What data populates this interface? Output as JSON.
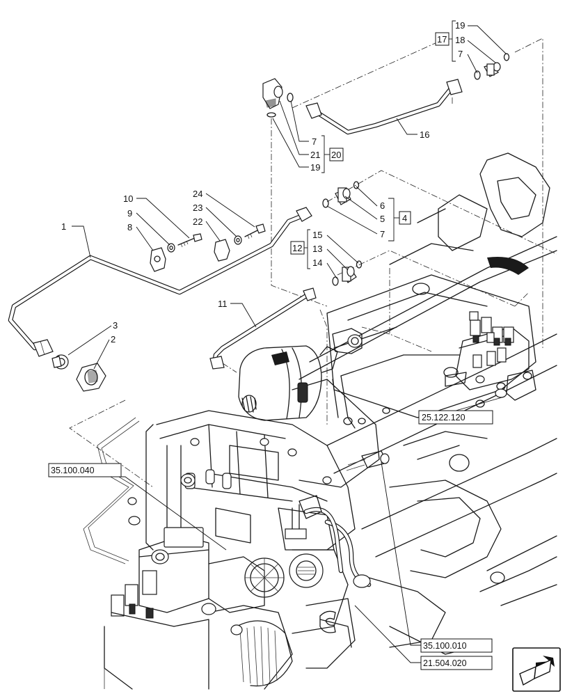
{
  "callouts": {
    "c1": "1",
    "c2": "2",
    "c3": "3",
    "c4": "4",
    "c5": "5",
    "c6": "6",
    "c7a": "7",
    "c7b": "7",
    "c7c": "7",
    "c8": "8",
    "c9": "9",
    "c10": "10",
    "c11": "11",
    "c12": "12",
    "c13": "13",
    "c14": "14",
    "c15": "15",
    "c16": "16",
    "c17": "17",
    "c18": "18",
    "c19a": "19",
    "c19b": "19",
    "c20": "20",
    "c21": "21",
    "c22": "22",
    "c23": "23",
    "c24": "24"
  },
  "references": {
    "r1": "25.122.120",
    "r2": "35.100.040",
    "r3": "35.100.010",
    "r4": "21.504.020"
  },
  "nav_icon": "next-page-arrow-icon"
}
